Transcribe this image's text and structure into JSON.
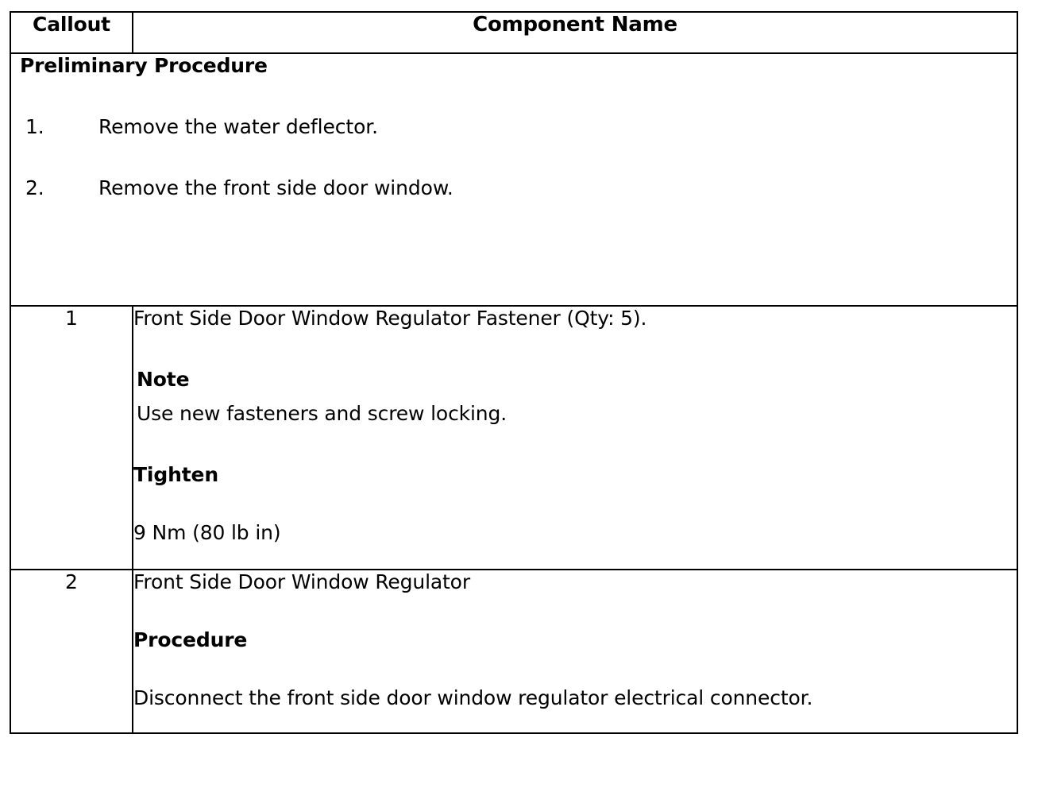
{
  "document": {
    "type": "service-procedure-table"
  },
  "table": {
    "headers": {
      "callout": "Callout",
      "component_name": "Component Name"
    },
    "preliminary": {
      "title": "Preliminary Procedure",
      "steps": [
        {
          "number": "1.",
          "text": "Remove the water deflector."
        },
        {
          "number": "2.",
          "text": "Remove the front side door window."
        }
      ]
    },
    "rows": [
      {
        "callout": "1",
        "component": "Front Side Door Window Regulator Fastener (Qty: 5).",
        "note_label": "Note",
        "note_text": "Use new fasteners and screw locking.",
        "tighten_label": "Tighten",
        "torque": "9 Nm (80 lb in)"
      },
      {
        "callout": "2",
        "component": "Front Side Door Window Regulator",
        "procedure_label": "Procedure",
        "procedure_text": "Disconnect the front side door window regulator electrical connector."
      }
    ]
  },
  "colors": {
    "border": "#000000",
    "text": "#000000",
    "background": "#ffffff"
  }
}
